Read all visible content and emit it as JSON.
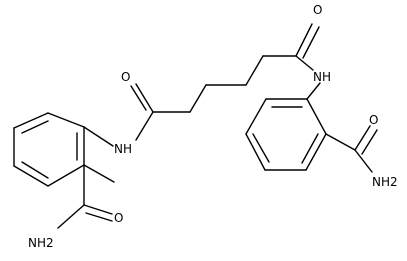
{
  "molecule": {
    "atoms": {
      "o_left_carbonyl": "O",
      "nh_left": "NH",
      "o_right_carbonyl": "O",
      "nh_right": "NH",
      "o_left_amide": "O",
      "nh2_left": "NH2",
      "o_right_amide": "O",
      "nh2_right": "NH2"
    }
  },
  "colors": {
    "bond": "#000000",
    "label": "#000000",
    "background": "#ffffff"
  }
}
